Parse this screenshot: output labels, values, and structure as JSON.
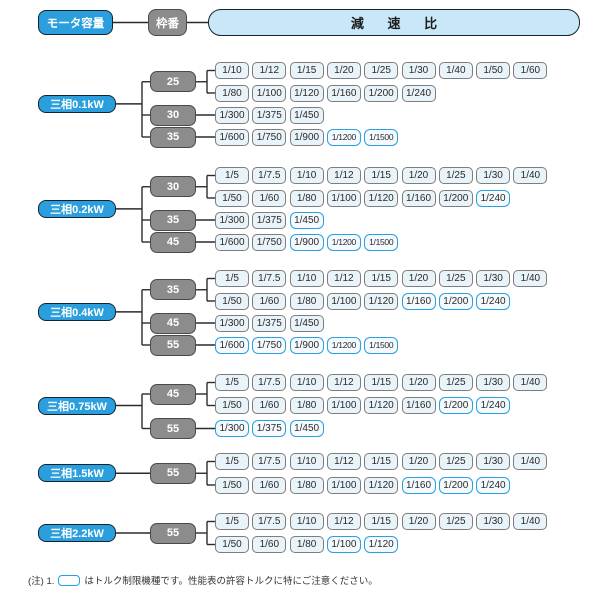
{
  "header": {
    "motor_label": "モータ容量",
    "frame_label": "枠番",
    "ratio_label": "減 速 比"
  },
  "colors": {
    "accent_blue": "#2b9fde",
    "frame_gray": "#8c8c8c",
    "ratio_header_fill": "#c9e7f8",
    "ratio_box_fill": "#e9f3fa",
    "torque_limited_border": "#2aa0e0"
  },
  "footnote": {
    "prefix": "(注) 1.",
    "suffix": "はトルク制限機種です。性能表の許容トルクに特にご注意ください。"
  },
  "groups": [
    {
      "motor": "三相0.1kW",
      "frames": [
        {
          "size": "25",
          "rows": [
            [
              {
                "label": "1/10",
                "limited": false
              },
              {
                "label": "1/12",
                "limited": false
              },
              {
                "label": "1/15",
                "limited": false
              },
              {
                "label": "1/20",
                "limited": false
              },
              {
                "label": "1/25",
                "limited": false
              },
              {
                "label": "1/30",
                "limited": false
              },
              {
                "label": "1/40",
                "limited": false
              },
              {
                "label": "1/50",
                "limited": false
              },
              {
                "label": "1/60",
                "limited": false
              }
            ],
            [
              {
                "label": "1/80",
                "limited": false
              },
              {
                "label": "1/100",
                "limited": false
              },
              {
                "label": "1/120",
                "limited": false
              },
              {
                "label": "1/160",
                "limited": false
              },
              {
                "label": "1/200",
                "limited": false
              },
              {
                "label": "1/240",
                "limited": false
              }
            ]
          ]
        },
        {
          "size": "30",
          "rows": [
            [
              {
                "label": "1/300",
                "limited": false
              },
              {
                "label": "1/375",
                "limited": false
              },
              {
                "label": "1/450",
                "limited": false
              }
            ]
          ]
        },
        {
          "size": "35",
          "rows": [
            [
              {
                "label": "1/600",
                "limited": false
              },
              {
                "label": "1/750",
                "limited": false
              },
              {
                "label": "1/900",
                "limited": false
              },
              {
                "label": "1/1200",
                "limited": true
              },
              {
                "label": "1/1500",
                "limited": true
              }
            ]
          ]
        }
      ]
    },
    {
      "motor": "三相0.2kW",
      "frames": [
        {
          "size": "30",
          "rows": [
            [
              {
                "label": "1/5",
                "limited": false
              },
              {
                "label": "1/7.5",
                "limited": false
              },
              {
                "label": "1/10",
                "limited": false
              },
              {
                "label": "1/12",
                "limited": false
              },
              {
                "label": "1/15",
                "limited": false
              },
              {
                "label": "1/20",
                "limited": false
              },
              {
                "label": "1/25",
                "limited": false
              },
              {
                "label": "1/30",
                "limited": false
              },
              {
                "label": "1/40",
                "limited": false
              }
            ],
            [
              {
                "label": "1/50",
                "limited": false
              },
              {
                "label": "1/60",
                "limited": false
              },
              {
                "label": "1/80",
                "limited": false
              },
              {
                "label": "1/100",
                "limited": false
              },
              {
                "label": "1/120",
                "limited": false
              },
              {
                "label": "1/160",
                "limited": false
              },
              {
                "label": "1/200",
                "limited": false
              },
              {
                "label": "1/240",
                "limited": true
              }
            ]
          ]
        },
        {
          "size": "35",
          "rows": [
            [
              {
                "label": "1/300",
                "limited": false
              },
              {
                "label": "1/375",
                "limited": false
              },
              {
                "label": "1/450",
                "limited": true
              }
            ]
          ]
        },
        {
          "size": "45",
          "rows": [
            [
              {
                "label": "1/600",
                "limited": false
              },
              {
                "label": "1/750",
                "limited": false
              },
              {
                "label": "1/900",
                "limited": true
              },
              {
                "label": "1/1200",
                "limited": true
              },
              {
                "label": "1/1500",
                "limited": true
              }
            ]
          ]
        }
      ]
    },
    {
      "motor": "三相0.4kW",
      "frames": [
        {
          "size": "35",
          "rows": [
            [
              {
                "label": "1/5",
                "limited": false
              },
              {
                "label": "1/7.5",
                "limited": false
              },
              {
                "label": "1/10",
                "limited": false
              },
              {
                "label": "1/12",
                "limited": false
              },
              {
                "label": "1/15",
                "limited": false
              },
              {
                "label": "1/20",
                "limited": false
              },
              {
                "label": "1/25",
                "limited": false
              },
              {
                "label": "1/30",
                "limited": false
              },
              {
                "label": "1/40",
                "limited": false
              }
            ],
            [
              {
                "label": "1/50",
                "limited": false
              },
              {
                "label": "1/60",
                "limited": false
              },
              {
                "label": "1/80",
                "limited": false
              },
              {
                "label": "1/100",
                "limited": false
              },
              {
                "label": "1/120",
                "limited": false
              },
              {
                "label": "1/160",
                "limited": true
              },
              {
                "label": "1/200",
                "limited": true
              },
              {
                "label": "1/240",
                "limited": true
              }
            ]
          ]
        },
        {
          "size": "45",
          "rows": [
            [
              {
                "label": "1/300",
                "limited": false
              },
              {
                "label": "1/375",
                "limited": false
              },
              {
                "label": "1/450",
                "limited": false
              }
            ]
          ]
        },
        {
          "size": "55",
          "rows": [
            [
              {
                "label": "1/600",
                "limited": true
              },
              {
                "label": "1/750",
                "limited": true
              },
              {
                "label": "1/900",
                "limited": true
              },
              {
                "label": "1/1200",
                "limited": true
              },
              {
                "label": "1/1500",
                "limited": true
              }
            ]
          ]
        }
      ]
    },
    {
      "motor": "三相0.75kW",
      "frames": [
        {
          "size": "45",
          "rows": [
            [
              {
                "label": "1/5",
                "limited": false
              },
              {
                "label": "1/7.5",
                "limited": false
              },
              {
                "label": "1/10",
                "limited": false
              },
              {
                "label": "1/12",
                "limited": false
              },
              {
                "label": "1/15",
                "limited": false
              },
              {
                "label": "1/20",
                "limited": false
              },
              {
                "label": "1/25",
                "limited": false
              },
              {
                "label": "1/30",
                "limited": false
              },
              {
                "label": "1/40",
                "limited": false
              }
            ],
            [
              {
                "label": "1/50",
                "limited": false
              },
              {
                "label": "1/60",
                "limited": false
              },
              {
                "label": "1/80",
                "limited": false
              },
              {
                "label": "1/100",
                "limited": false
              },
              {
                "label": "1/120",
                "limited": false
              },
              {
                "label": "1/160",
                "limited": false
              },
              {
                "label": "1/200",
                "limited": true
              },
              {
                "label": "1/240",
                "limited": true
              }
            ]
          ]
        },
        {
          "size": "55",
          "rows": [
            [
              {
                "label": "1/300",
                "limited": true
              },
              {
                "label": "1/375",
                "limited": true
              },
              {
                "label": "1/450",
                "limited": true
              }
            ]
          ]
        }
      ]
    },
    {
      "motor": "三相1.5kW",
      "frames": [
        {
          "size": "55",
          "rows": [
            [
              {
                "label": "1/5",
                "limited": false
              },
              {
                "label": "1/7.5",
                "limited": false
              },
              {
                "label": "1/10",
                "limited": false
              },
              {
                "label": "1/12",
                "limited": false
              },
              {
                "label": "1/15",
                "limited": false
              },
              {
                "label": "1/20",
                "limited": false
              },
              {
                "label": "1/25",
                "limited": false
              },
              {
                "label": "1/30",
                "limited": false
              },
              {
                "label": "1/40",
                "limited": false
              }
            ],
            [
              {
                "label": "1/50",
                "limited": false
              },
              {
                "label": "1/60",
                "limited": false
              },
              {
                "label": "1/80",
                "limited": false
              },
              {
                "label": "1/100",
                "limited": false
              },
              {
                "label": "1/120",
                "limited": false
              },
              {
                "label": "1/160",
                "limited": true
              },
              {
                "label": "1/200",
                "limited": true
              },
              {
                "label": "1/240",
                "limited": true
              }
            ]
          ]
        }
      ]
    },
    {
      "motor": "三相2.2kW",
      "frames": [
        {
          "size": "55",
          "rows": [
            [
              {
                "label": "1/5",
                "limited": false
              },
              {
                "label": "1/7.5",
                "limited": false
              },
              {
                "label": "1/10",
                "limited": false
              },
              {
                "label": "1/12",
                "limited": false
              },
              {
                "label": "1/15",
                "limited": false
              },
              {
                "label": "1/20",
                "limited": false
              },
              {
                "label": "1/25",
                "limited": false
              },
              {
                "label": "1/30",
                "limited": false
              },
              {
                "label": "1/40",
                "limited": false
              }
            ],
            [
              {
                "label": "1/50",
                "limited": false
              },
              {
                "label": "1/60",
                "limited": false
              },
              {
                "label": "1/80",
                "limited": false
              },
              {
                "label": "1/100",
                "limited": true
              },
              {
                "label": "1/120",
                "limited": true
              }
            ]
          ]
        }
      ]
    }
  ]
}
